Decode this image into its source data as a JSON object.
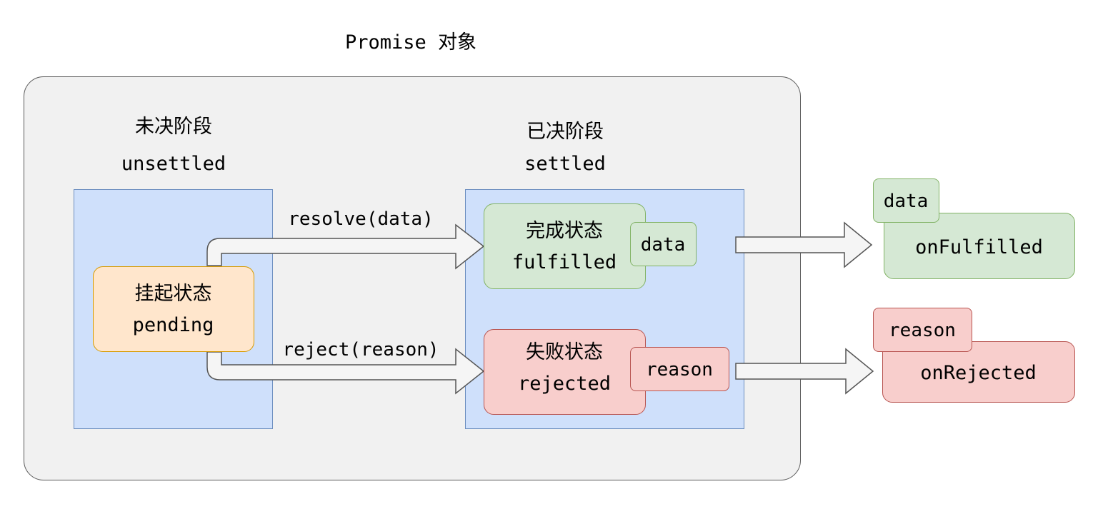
{
  "title": "Promise 对象",
  "phases": {
    "unsettled": {
      "zh": "未决阶段",
      "en": "unsettled"
    },
    "settled": {
      "zh": "已决阶段",
      "en": "settled"
    }
  },
  "states": {
    "pending": {
      "zh": "挂起状态",
      "en": "pending"
    },
    "fulfilled": {
      "zh": "完成状态",
      "en": "fulfilled",
      "tag": "data"
    },
    "rejected": {
      "zh": "失败状态",
      "en": "rejected",
      "tag": "reason"
    }
  },
  "transitions": {
    "resolve": "resolve(data)",
    "reject": "reject(reason)"
  },
  "handlers": {
    "fulfilled": {
      "tag": "data",
      "name": "onFulfilled"
    },
    "rejected": {
      "tag": "reason",
      "name": "onRejected"
    }
  },
  "colors": {
    "container_bg": "#f1f1f1",
    "phase_bg": "#cfe0fb",
    "phase_border": "#6c8ebf",
    "pending_bg": "#ffe6cc",
    "pending_border": "#d79b00",
    "green_bg": "#d5e8d4",
    "green_border": "#82b366",
    "red_bg": "#f8cecc",
    "red_border": "#b85450"
  }
}
